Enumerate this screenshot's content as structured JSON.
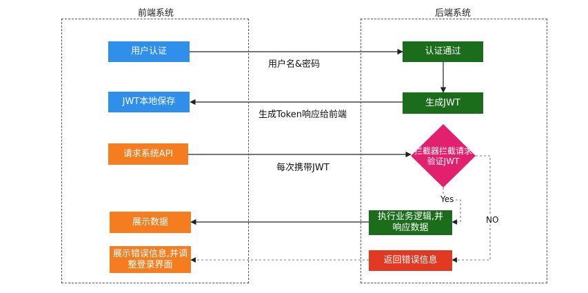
{
  "groups": {
    "frontend": "前端系统",
    "backend": "后端系统"
  },
  "nodes": {
    "user_auth": "用户认证",
    "jwt_local_save": "JWT本地保存",
    "request_api": "请求系统API",
    "show_data": "展示数据",
    "show_error": "展示错误信息,并调整登录界面",
    "auth_passed": "认证通过",
    "generate_jwt": "生成JWT",
    "interceptor": "拦截器拦截请求验证JWT",
    "execute_logic": "执行业务逻辑,并响应数据",
    "return_error": "返回错误信息"
  },
  "edges": {
    "username_password": "用户名&密码",
    "generate_token_response": "生成Token响应给前端",
    "carry_jwt": "每次携带JWT",
    "yes": "Yes",
    "no": "NO"
  },
  "colors": {
    "blue": "#2f8fea",
    "green": "#1b6d1b",
    "orange": "#f57d1f",
    "red": "#e23a22",
    "pink": "#e2206d"
  }
}
